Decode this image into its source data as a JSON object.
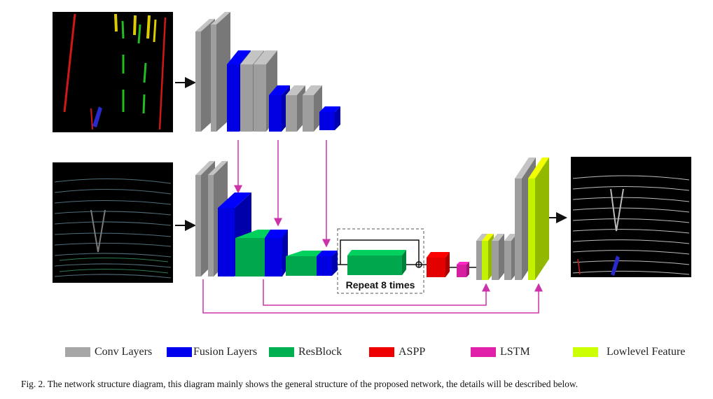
{
  "colors": {
    "conv": "#a6a6a6",
    "fusion": "#0000ee",
    "resblock": "#00b050",
    "aspp": "#ee0000",
    "lstm": "#e020a8",
    "lowlevel": "#ccff00",
    "connector_arrow": "#cc33aa"
  },
  "diagram": {
    "repeat_label": "Repeat 8 times"
  },
  "legend": [
    {
      "label": "Conv Layers",
      "color": "#a6a6a6"
    },
    {
      "label": "Fusion Layers",
      "color": "#0000ee"
    },
    {
      "label": "ResBlock",
      "color": "#00b050"
    },
    {
      "label": "ASPP",
      "color": "#ee0000"
    },
    {
      "label": "LSTM",
      "color": "#e020a8"
    },
    {
      "label": "Lowlevel Feature",
      "color": "#ccff00"
    }
  ],
  "caption": "Fig. 2.  The network structure diagram, this diagram mainly shows the general structure of the proposed network, the details will be described below."
}
